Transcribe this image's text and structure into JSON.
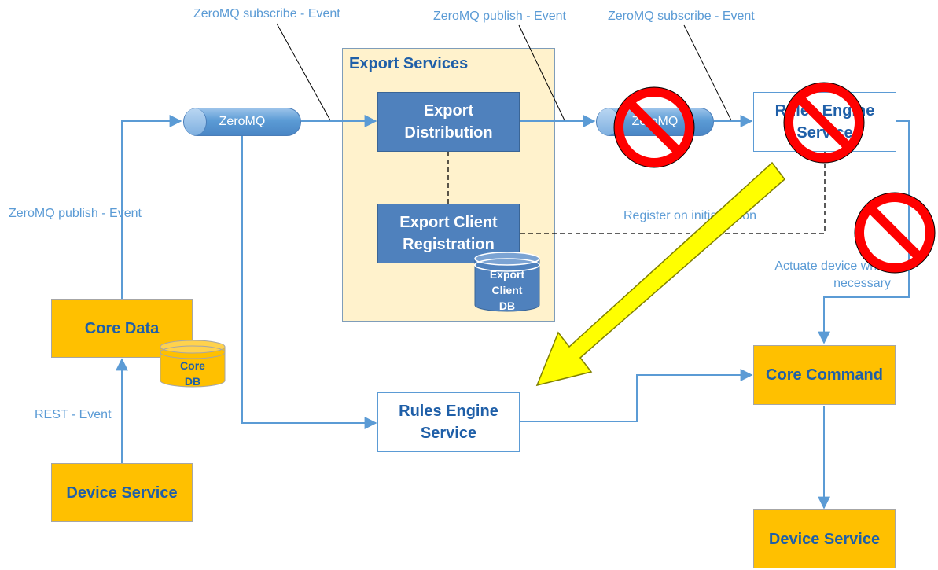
{
  "edge_labels": {
    "zmq_subscribe_1": "ZeroMQ subscribe - Event",
    "zmq_publish_1": "ZeroMQ publish - Event",
    "zmq_subscribe_2": "ZeroMQ subscribe - Event",
    "zmq_publish_core": "ZeroMQ publish - Event",
    "rest_event": "REST - Event",
    "register": "Register on initialization",
    "actuate": "Actuate device when\nnecessary"
  },
  "nodes": {
    "core_data": "Core Data",
    "core_db": "Core\nDB",
    "device_service_left": "Device Service",
    "zeromq_1": "ZeroMQ",
    "zeromq_2": "ZeroMQ",
    "export_group_title": "Export Services",
    "export_distribution": "Export\nDistribution",
    "export_client_registration": "Export Client\nRegistration",
    "export_client_db": "Export\nClient\nDB",
    "rules_engine_top": "Rules Engine\nService",
    "rules_engine_bottom": "Rules Engine\nService",
    "core_command": "Core Command",
    "device_service_right": "Device Service"
  },
  "colors": {
    "orange": "#FFC000",
    "blue_box": "#4F81BD",
    "connector": "#5B9BD5",
    "prohibit_red": "#FF0000",
    "arrow_yellow": "#FFFF00"
  }
}
